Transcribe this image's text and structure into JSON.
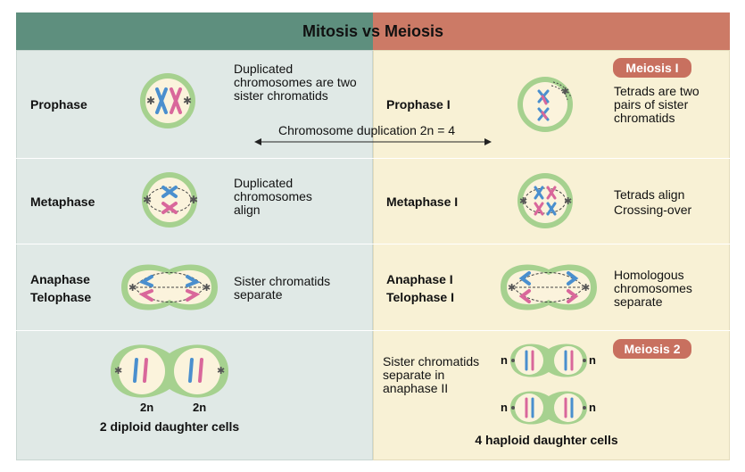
{
  "title": "Mitosis vs Meiosis",
  "mitosis": {
    "prophase": {
      "label": "Prophase",
      "note": "Duplicated chromosomes are two sister chromatids"
    },
    "metaphase": {
      "label": "Metaphase",
      "note": "Duplicated chromosomes align"
    },
    "anaphase": {
      "label_1": "Anaphase",
      "label_2": "Telophase",
      "note": "Sister chromatids separate"
    },
    "result": {
      "ploidy_1": "2n",
      "ploidy_2": "2n",
      "caption": "2 diploid daughter cells"
    }
  },
  "duplication": "Chromosome duplication 2n = 4",
  "meiosis": {
    "badge_1": "Meiosis I",
    "badge_2": "Meiosis 2",
    "prophase": {
      "label": "Prophase I",
      "note": "Tetrads are two pairs of sister chromatids"
    },
    "metaphase": {
      "label": "Metaphase I",
      "note_1": "Tetrads align",
      "note_2": "Crossing-over"
    },
    "anaphase": {
      "label_1": "Anaphase I",
      "label_2": "Telophase I",
      "note": "Homologous chromosomes separate"
    },
    "meiosis2": {
      "note": "Sister chromatids separate in anaphase II",
      "ploidy": "n",
      "caption": "4 haploid daughter cells"
    }
  },
  "colors": {
    "mitosis_header": "#5e8f7e",
    "meiosis_header": "#cc7a66",
    "cell_membrane": "#a6d18f",
    "cytoplasm": "#fbf3dc",
    "chromatid_blue": "#4a8fce",
    "chromatid_pink": "#d9679b",
    "badge": "#c8705f"
  }
}
